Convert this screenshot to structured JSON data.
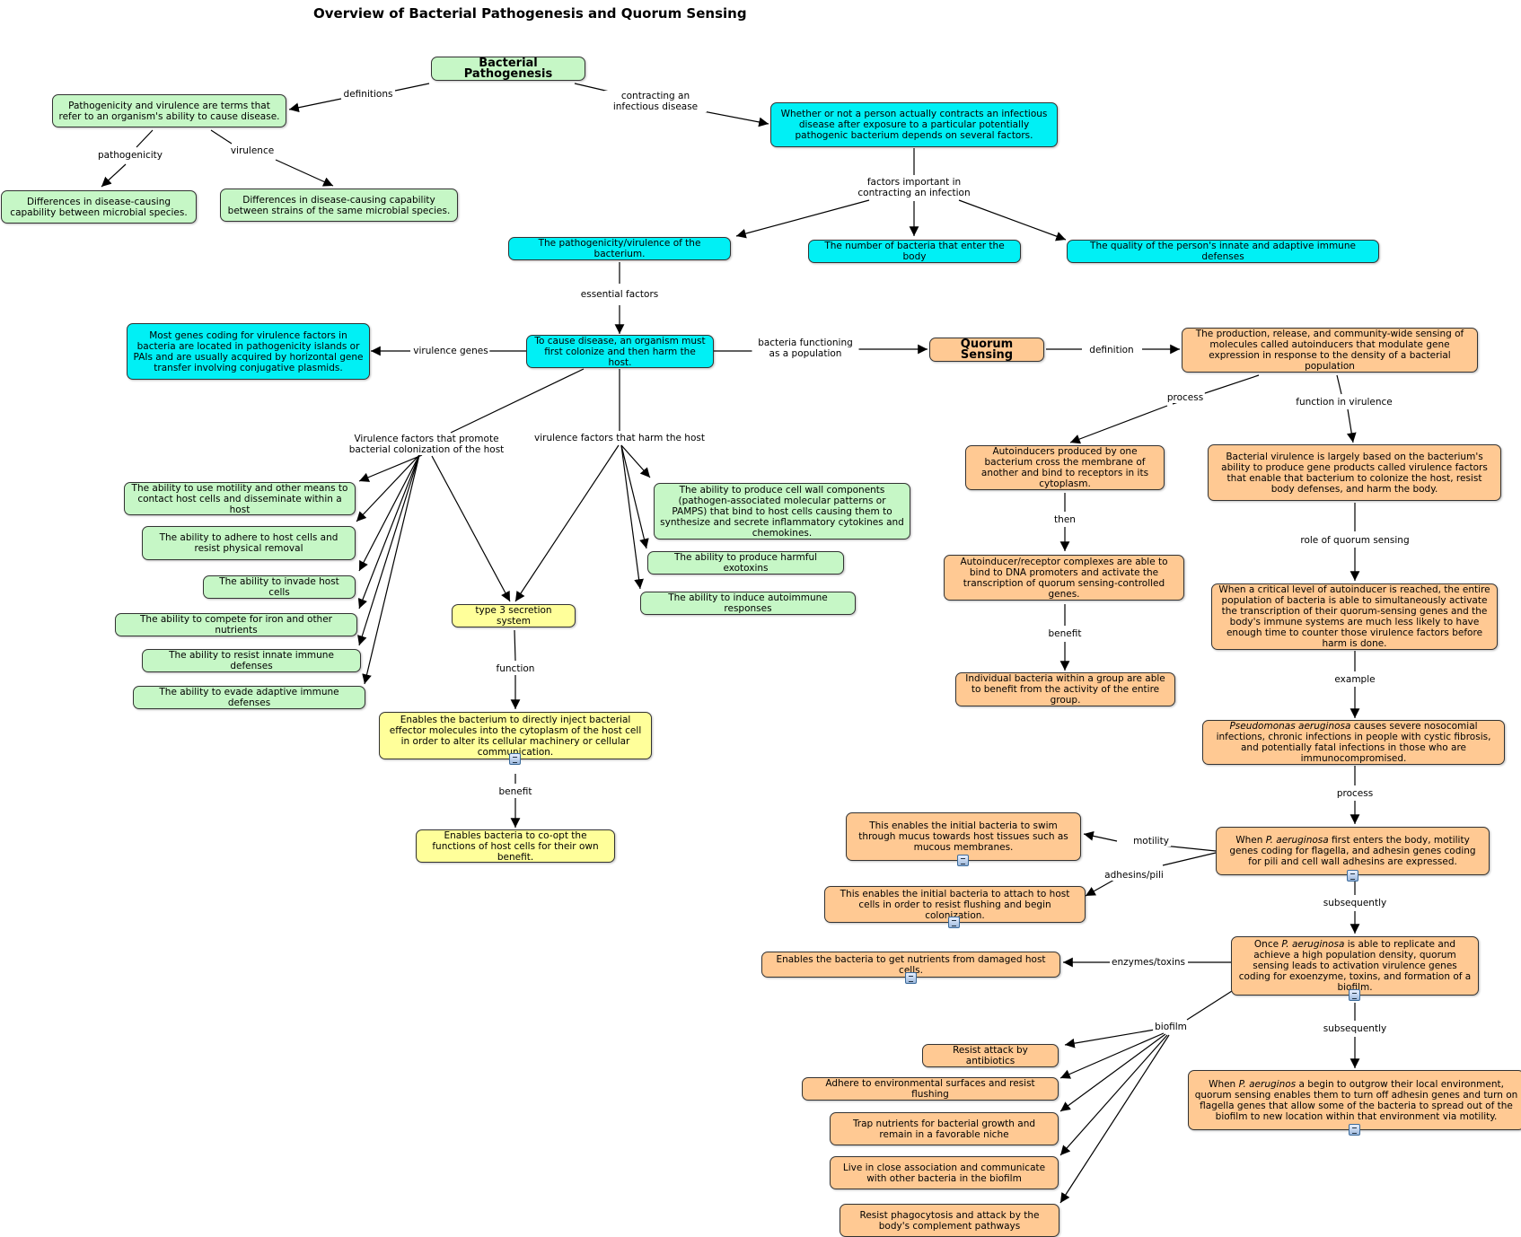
{
  "title": "Overview of Bacterial Pathogenesis and Quorum Sensing",
  "colors": {
    "green": "#c6f7c6",
    "cyan": "#00f0f5",
    "orange": "#ffc993",
    "yellow": "#ffff9a"
  },
  "nodes": {
    "bp": "Bacterial Pathogenesis",
    "pathdef": "Pathogenicity and virulence are terms that refer to an organism's ability to cause disease.",
    "diffspecies": "Differences in disease-causing capability between microbial species.",
    "diffstrains": "Differences in disease-causing capability between strains of the same microbial species.",
    "contracts": "Whether or not a person actually contracts an infectious disease after exposure to a particular potentially pathogenic bacterium depends on several factors.",
    "pathvir": "The pathogenicity/virulence of the bacterium.",
    "number": "The number of bacteria that enter the body",
    "quality": "The quality of the person's innate and adaptive immune defenses",
    "colonize": "To cause disease, an organism must first colonize and then harm the host.",
    "pai": "Most genes coding for virulence factors in bacteria are located in pathogenicity islands or PAIs  and are usually acquired by horizontal gene transfer involving conjugative plasmids.",
    "qs": "Quorum Sensing",
    "qsdef": "The production, release, and community-wide sensing of molecules called autoinducers that modulate gene expression in response to the density of a bacterial population",
    "motility": "The ability to use motility and other means to contact host cells and disseminate within a host",
    "adhere": "The ability to adhere to host cells and resist physical removal",
    "invade": "The ability to invade host cells",
    "iron": "The ability to compete for iron and other nutrients",
    "innate": "The ability to resist innate immune defenses",
    "adaptive": "The ability to evade adaptive immune defenses",
    "t3ss": "type 3 secretion system",
    "inject": "Enables the bacterium to directly inject bacterial effector molecules into the cytoplasm of the host cell in order to alter its cellular machinery or cellular communication.",
    "coopt": "Enables bacteria to co-opt the functions of host cells for their own benefit.",
    "pamps": "The ability to produce cell wall components (pathogen-associated molecular patterns or PAMPS) that bind to host cells causing them to synthesize and secrete inflammatory cytokines and chemokines.",
    "exotoxins": "The ability to produce harmful exotoxins",
    "autoimmune": "The ability to induce autoimmune responses",
    "autoinducers": "Autoinducers produced by one bacterium cross the membrane of another and bind to receptors in its cytoplasm.",
    "complexes": "Autoinducer/receptor complexes are able to bind to DNA promoters and activate the transcription of quorum sensing-controlled genes.",
    "individual": "Individual bacteria within a group are able to benefit from the activity of the entire group.",
    "virulence": "Bacterial virulence is largely based on the bacterium's ability to produce gene products called virulence factors that enable that bacterium to colonize the host, resist body defenses, and harm the body.",
    "critical": "When a critical level of autoinducer is reached, the entire population of bacteria is able to simultaneously activate the transcription of their quorum-sensing genes and the body's immune systems are much less likely to have enough time to counter those virulence factors before harm is done.",
    "pseudo_italic": "Pseudomonas aeruginosa",
    "pseudo_rest": " causes severe nosocomial infections, chronic infections in people with cystic fibrosis, and potentially fatal infections in those who are immunocompromised.",
    "enters_pre": "When ",
    "enters_italic": "P. aeruginosa",
    "enters_rest": " first enters the body, motility genes coding for flagella, and adhesin genes coding for pili and cell wall adhesins are expressed.",
    "swim": "This enables the initial bacteria to swim through mucus towards host tissues such as mucous membranes.",
    "attach": "This enables the initial bacteria to  attach to host cells in order to resist flushing and begin colonization.",
    "replicate_pre": "Once ",
    "replicate_italic": "P. aeruginosa",
    "replicate_rest": " is able to replicate and achieve a high population density, quorum sensing leads to activation virulence genes coding for exoenzyme, toxins, and formation of a biofilm.",
    "nutrients": "Enables the bacteria to get nutrients from damaged host cells.",
    "outgrow_pre": "When ",
    "outgrow_italic": "P. aeruginos",
    "outgrow_rest": " a begin to outgrow their local environment, quorum sensing enables them to turn off adhesin genes and turn on flagella genes that allow some of the bacteria to spread out of the biofilm to new location within that environment via motility.",
    "antibiotics": "Resist attack by antibiotics",
    "envsurf": "Adhere to environmental surfaces and resist flushing",
    "trap": "Trap nutrients for bacterial growth and remain in a favorable niche",
    "live": "Live in close association and communicate with other bacteria in the biofilm",
    "phago": "Resist phagocytosis and attack by the body's complement pathways"
  },
  "labels": {
    "definitions": "definitions",
    "contracting": "contracting an infectious disease",
    "pathogenicity": "pathogenicity",
    "virulence": "virulence",
    "factors": "factors important in contracting an infection",
    "essential": "essential factors",
    "virgenes": "virulence genes",
    "population": "bacteria functioning as a population",
    "definition": "definition",
    "promote": "Virulence factors that promote bacterial colonization of the host",
    "harm": "virulence factors that harm the host",
    "function": "function",
    "benefit1": "benefit",
    "process1": "process",
    "funcvir": "function in virulence",
    "then": "then",
    "benefit2": "benefit",
    "role": "role of quorum sensing",
    "example": "example",
    "process2": "process",
    "motility": "motility",
    "adhesins": "adhesins/pili",
    "subsequently1": "subsequently",
    "enzymes": "enzymes/toxins",
    "biofilm": "biofilm",
    "subsequently2": "subsequently"
  }
}
